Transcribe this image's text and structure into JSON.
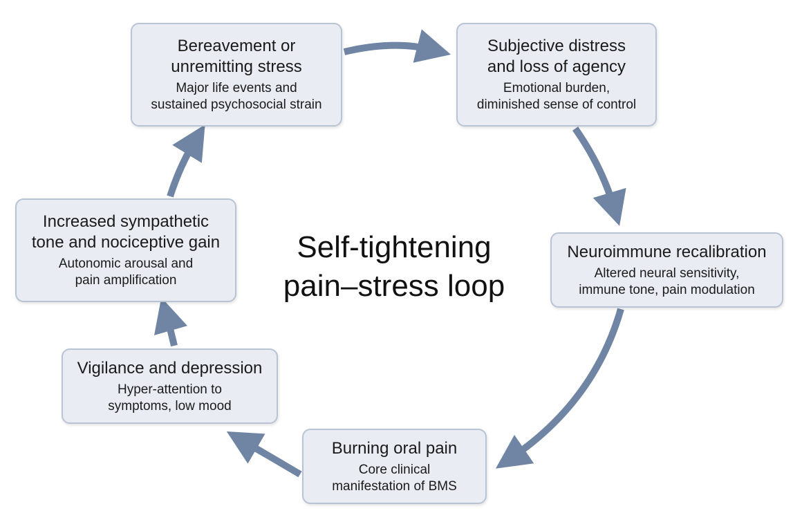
{
  "center_title": "Self-tightening\npain–stress loop",
  "colors": {
    "arrow": "#6f85a3",
    "box_fill": "#e9edf3",
    "box_border": "#b8c4d3"
  },
  "nodes": [
    {
      "title": "Bereavement or\nunremitting stress",
      "subtitle": "Major life events and\nsustained psychosocial strain"
    },
    {
      "title": "Subjective distress\nand loss of agency",
      "subtitle": "Emotional burden,\ndiminished sense of control"
    },
    {
      "title": "Neuroimmune recalibration",
      "subtitle": "Altered neural sensitivity,\nimmune tone, pain modulation"
    },
    {
      "title": "Burning oral pain",
      "subtitle": "Core clinical\nmanifestation of BMS"
    },
    {
      "title": "Vigilance and depression",
      "subtitle": "Hyper-attention to\nsymptoms, low mood"
    },
    {
      "title": "Increased sympathetic\ntone and nociceptive gain",
      "subtitle": "Autonomic arousal and\npain amplification"
    }
  ]
}
